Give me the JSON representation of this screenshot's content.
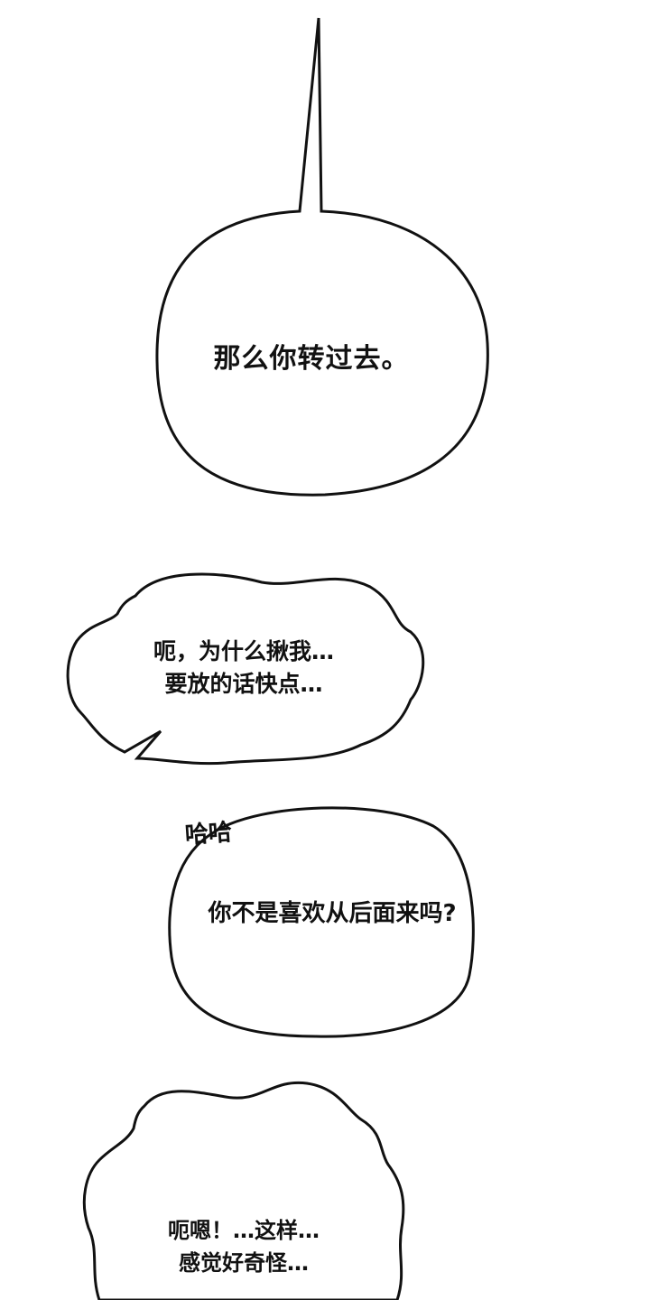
{
  "comic": {
    "panels": [
      {
        "bubble_type": "speech-pointed",
        "lines": [
          "那么你转过去。"
        ]
      },
      {
        "bubble_type": "thought-cloud",
        "lines": [
          "呃，为什么揪我…",
          "要放的话快点…"
        ]
      },
      {
        "bubble_type": "speech-round",
        "sfx": "哈哈",
        "lines": [
          "你不是喜欢从后面来吗?"
        ]
      },
      {
        "bubble_type": "thought-cloud",
        "lines": [
          "呃嗯！…这样…",
          "感觉好奇怪…"
        ]
      }
    ]
  },
  "colors": {
    "background": "#ffffff",
    "stroke": "#111111",
    "text": "#111111"
  }
}
